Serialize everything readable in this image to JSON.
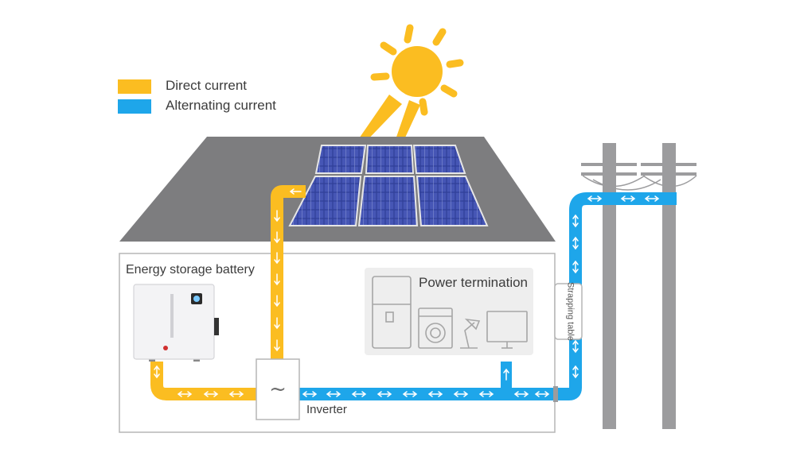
{
  "legend": {
    "dc_label": "Direct current",
    "ac_label": "Alternating current",
    "dc_color": "#fbbd21",
    "ac_color": "#1ea6ea"
  },
  "labels": {
    "battery": "Energy storage battery",
    "power_termination": "Power termination",
    "inverter": "Inverter",
    "strapping_table": "Strapping table",
    "inverter_symbol": "~"
  },
  "icons": {
    "sun": "sun-icon",
    "solar_panel": "solar-panel-icon",
    "battery": "battery-icon",
    "refrigerator": "refrigerator-icon",
    "washing_machine": "washing-machine-icon",
    "desk_lamp": "desk-lamp-icon",
    "monitor": "monitor-icon",
    "utility_pole": "utility-pole-icon"
  },
  "colors": {
    "roof": "#7d7d7f",
    "pole": "#9c9c9e",
    "sun": "#fbbd21",
    "panel": "#2f3e97"
  }
}
